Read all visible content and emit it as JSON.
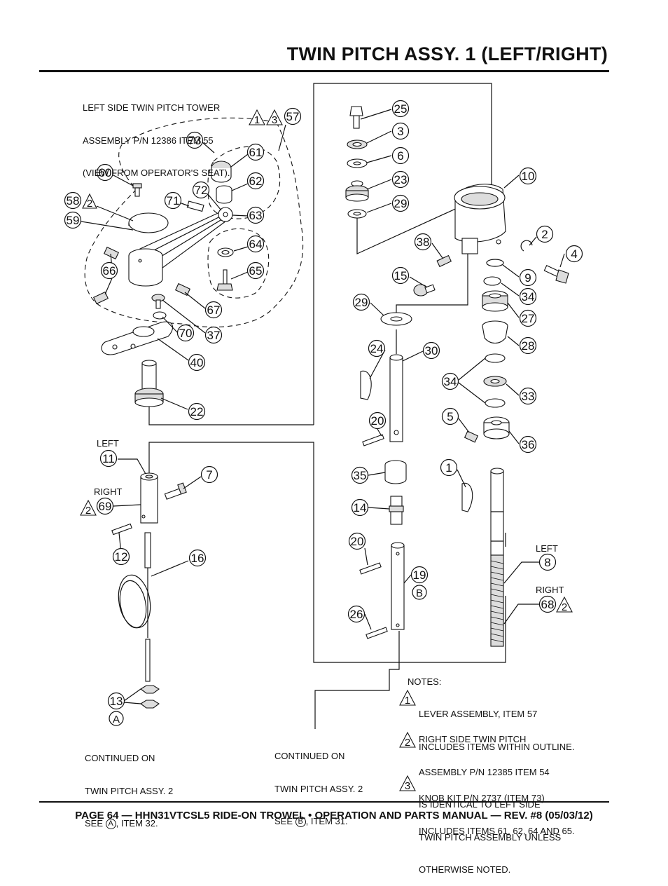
{
  "page": {
    "title": "TWIN PITCH ASSY. 1 (LEFT/RIGHT)",
    "footer": "PAGE 64 — HHN31VTCSL5 RIDE-ON TROWEL • OPERATION AND PARTS MANUAL — REV. #8 (05/03/12)"
  },
  "diagram": {
    "tower_caption": [
      "LEFT SIDE TWIN PITCH TOWER",
      "ASSEMBLY P/N 12386 ITEM 55",
      "(VIEW FROM OPERATOR'S SEAT)."
    ],
    "side_labels": {
      "left_top": "LEFT",
      "right_top": "RIGHT",
      "left_shaft": "LEFT",
      "right_shaft": "RIGHT"
    },
    "callouts": [
      "57",
      "73",
      "61",
      "60",
      "62",
      "72",
      "71",
      "58",
      "2",
      "59",
      "63",
      "64",
      "65",
      "66",
      "67",
      "37",
      "70",
      "40",
      "22",
      "11",
      "69",
      "7",
      "12",
      "16",
      "13",
      "A",
      "25",
      "3",
      "6",
      "23",
      "29",
      "10",
      "2",
      "4",
      "38",
      "9",
      "15",
      "34",
      "27",
      "29",
      "28",
      "24",
      "30",
      "34",
      "33",
      "20",
      "5",
      "36",
      "35",
      "1",
      "14",
      "20",
      "19",
      "B",
      "26",
      "8",
      "68"
    ],
    "warning_marks": [
      "1",
      "3",
      "2",
      "2",
      "2"
    ],
    "continued_left": {
      "line1": "CONTINUED ON",
      "line2": "TWIN PITCH ASSY. 2",
      "see": "SEE",
      "ref": "A",
      "item": ", ITEM 32."
    },
    "continued_right": {
      "line1": "CONTINUED ON",
      "line2": "TWIN PITCH ASSY. 2",
      "see": "SEE",
      "ref": "B",
      "item": ", ITEM 31."
    }
  },
  "notes": {
    "heading": "NOTES:",
    "items": [
      {
        "marker": "1",
        "lines": [
          "LEVER ASSEMBLY, ITEM 57",
          "INCLUDES ITEMS WITHIN OUTLINE."
        ]
      },
      {
        "marker": "2",
        "lines": [
          "RIGHT SIDE TWIN PITCH",
          "ASSEMBLY P/N 12385 ITEM 54",
          "IS IDENTICAL TO LEFT SIDE",
          "TWIN PITCH ASSEMBLY UNLESS",
          "OTHERWISE NOTED."
        ]
      },
      {
        "marker": "3",
        "lines": [
          "KNOB KIT P/N 2737 (ITEM 73)",
          "INCLUDES ITEMS 61, 62, 64 AND 65."
        ]
      }
    ]
  }
}
